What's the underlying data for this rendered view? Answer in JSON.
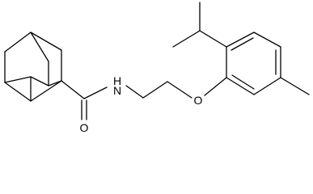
{
  "molecule": {
    "atoms": {
      "amide_nitrogen": "N",
      "amide_hydrogen": "H",
      "ether_oxygen": "O",
      "carbonyl_oxygen": "O"
    }
  }
}
